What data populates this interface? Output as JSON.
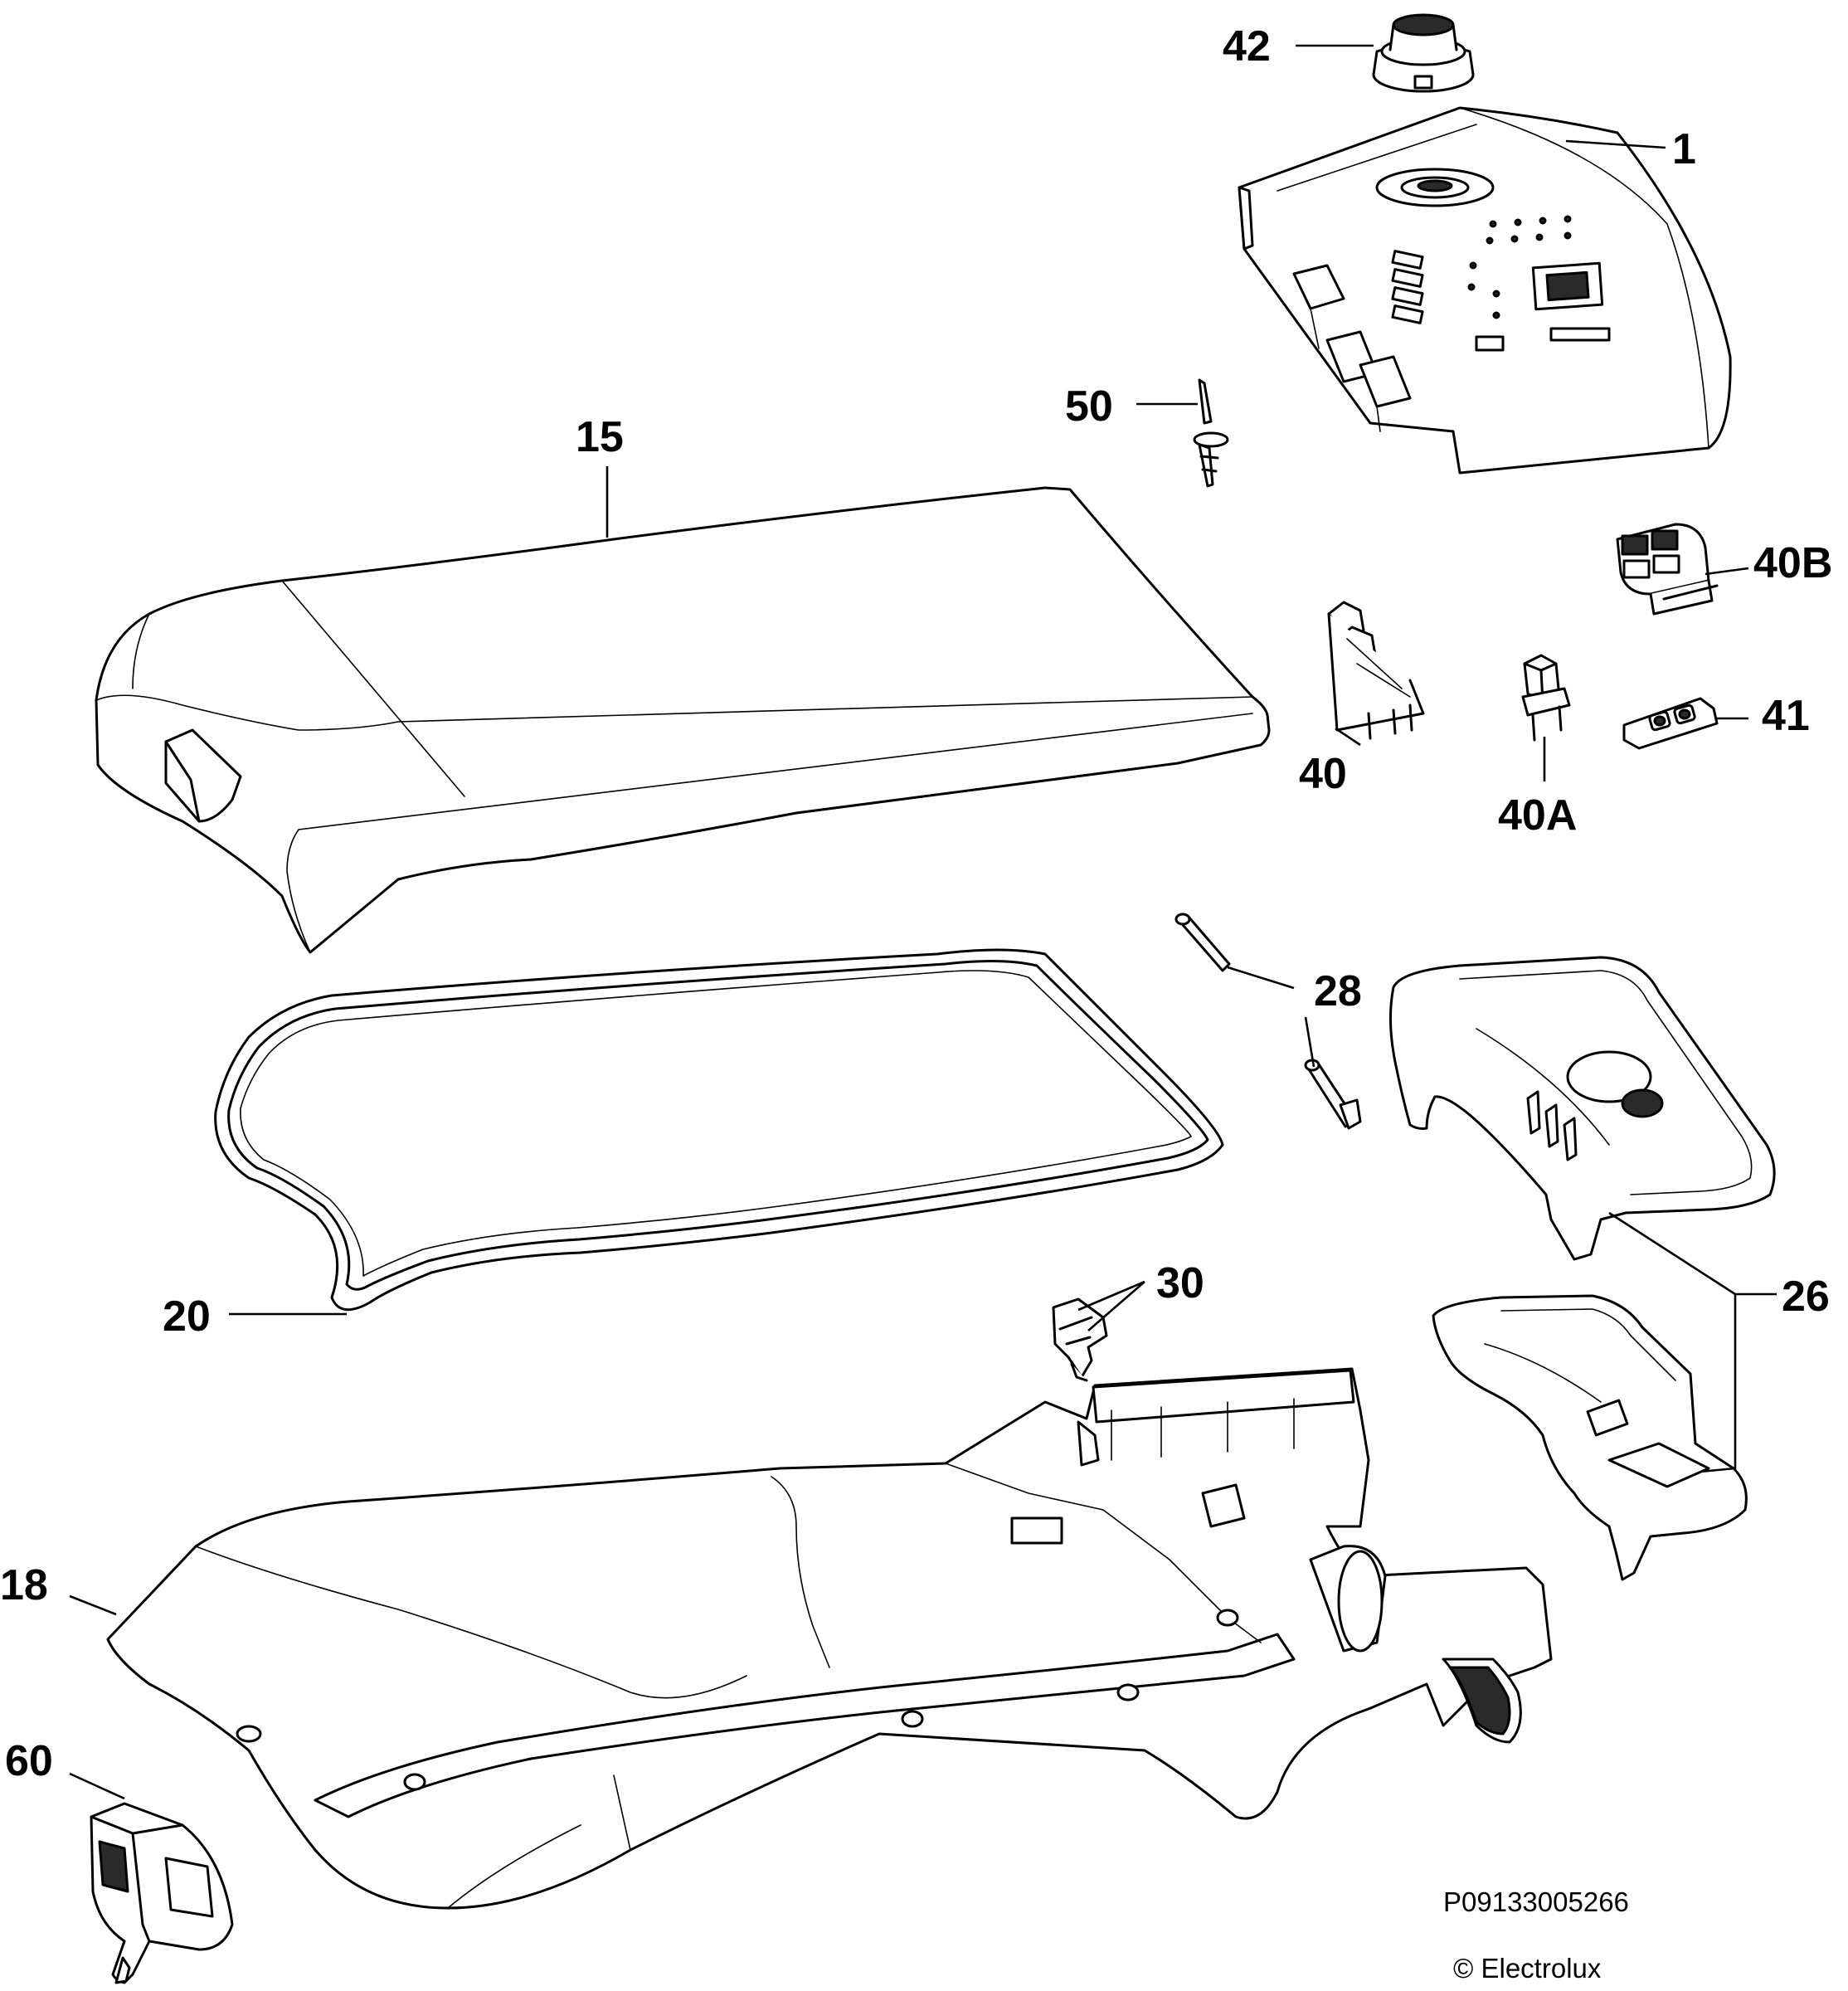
{
  "diagram": {
    "callouts": [
      "42",
      "1",
      "50",
      "15",
      "40B",
      "40",
      "41",
      "40A",
      "28",
      "20",
      "30",
      "26",
      "18",
      "60"
    ],
    "drawing_code": "P09133005266",
    "copyright": "© Electrolux"
  }
}
